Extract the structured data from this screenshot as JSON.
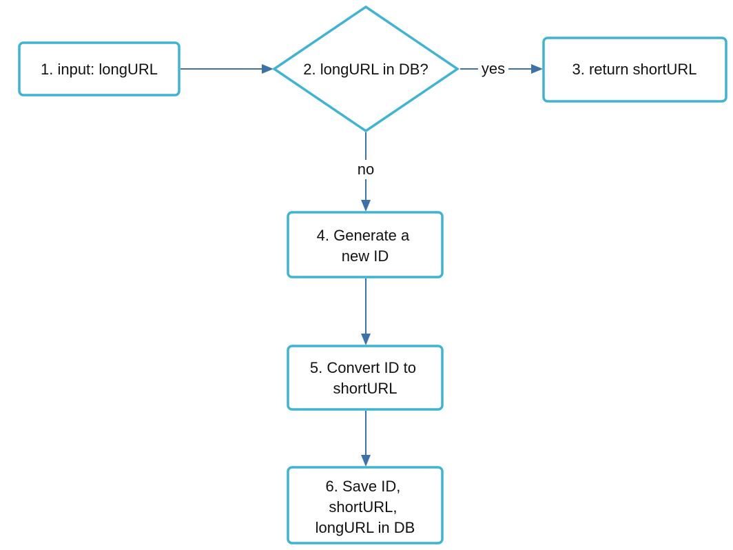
{
  "nodes": {
    "n1": {
      "lines": [
        "1. input: longURL"
      ]
    },
    "n2": {
      "lines": [
        "2. longURL in DB?"
      ]
    },
    "n3": {
      "lines": [
        "3. return shortURL"
      ]
    },
    "n4": {
      "lines": [
        "4. Generate a",
        "new ID"
      ]
    },
    "n5": {
      "lines": [
        "5. Convert ID to",
        "shortURL"
      ]
    },
    "n6": {
      "lines": [
        "6. Save ID,",
        "shortURL,",
        "longURL in DB"
      ]
    }
  },
  "edges": {
    "yes": {
      "label": "yes"
    },
    "no": {
      "label": "no"
    }
  },
  "colors": {
    "node_stroke": "#3fb4d2",
    "edge": "#3d72a8",
    "text": "#111111",
    "background": "#ffffff"
  }
}
